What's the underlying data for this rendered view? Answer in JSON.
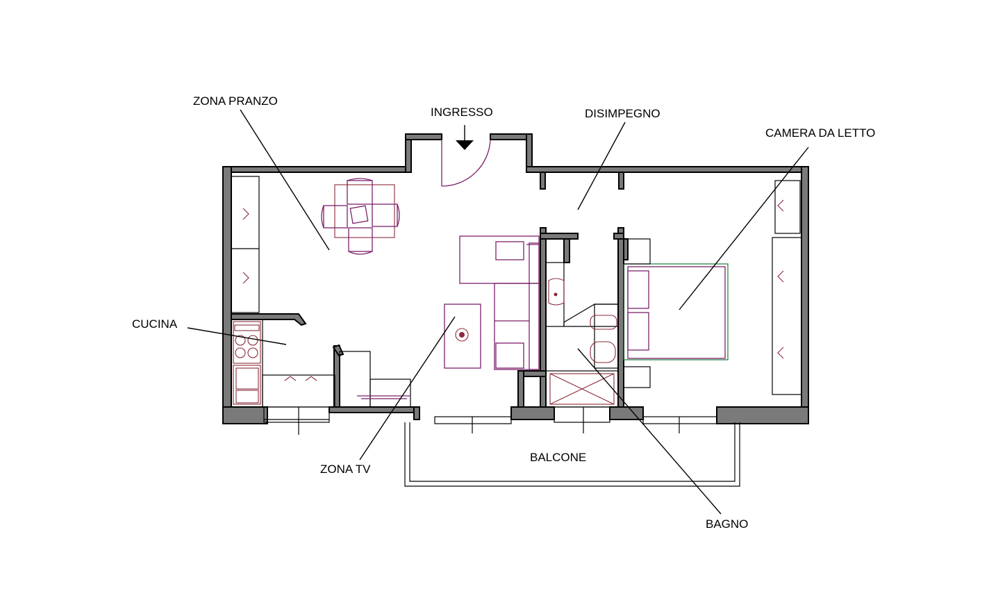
{
  "labels": {
    "zona_pranzo": "ZONA PRANZO",
    "ingresso": "INGRESSO",
    "disimpegno": "DISIMPEGNO",
    "camera_da_letto": "CAMERA DA LETTO",
    "cucina": "CUCINA",
    "zona_tv": "ZONA TV",
    "balcone": "BALCONE",
    "bagno": "BAGNO"
  },
  "colors": {
    "wall": "#7a7a7a",
    "furniture": "#7b1f6a",
    "fixtures": "#8a2a3a",
    "bed_frame": "#1a7a3a"
  }
}
